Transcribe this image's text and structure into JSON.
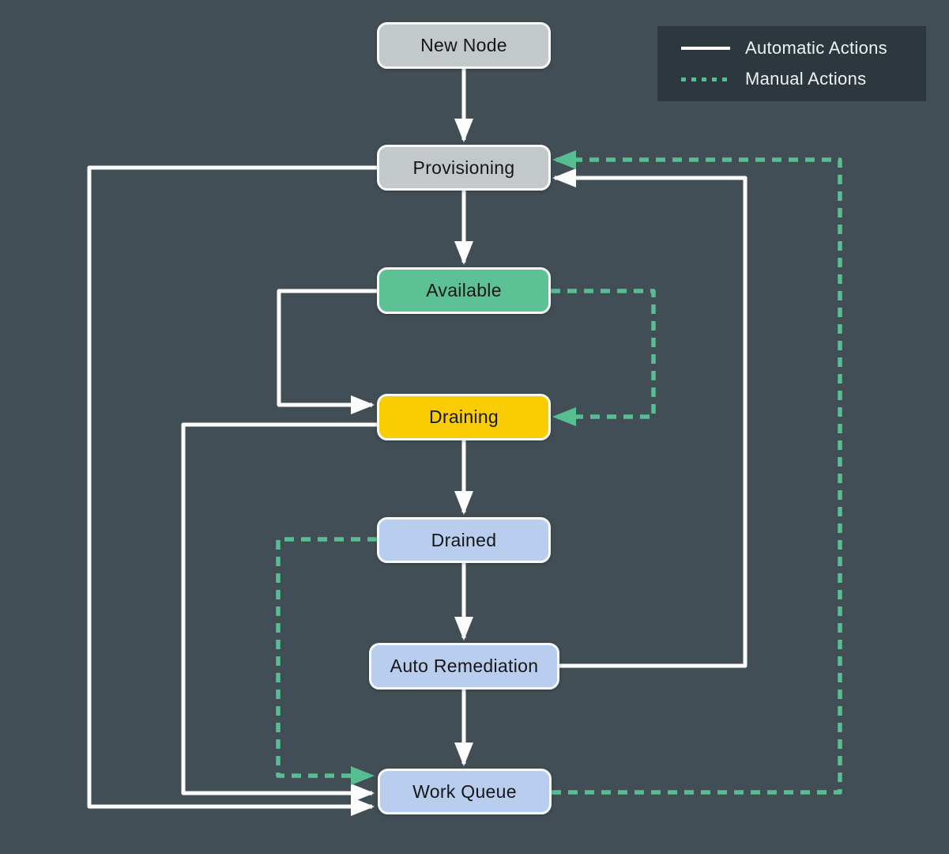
{
  "legend": {
    "items": [
      {
        "label": "Automatic Actions",
        "style": "solid",
        "color": "#FCFCFC"
      },
      {
        "label": "Manual Actions",
        "style": "dashed",
        "color": "#57BE92"
      }
    ]
  },
  "nodes": [
    {
      "id": "new-node",
      "label": "New Node",
      "color": "#C3C8CB"
    },
    {
      "id": "provisioning",
      "label": "Provisioning",
      "color": "#C3C8CB"
    },
    {
      "id": "available",
      "label": "Available",
      "color": "#5CC295"
    },
    {
      "id": "draining",
      "label": "Draining",
      "color": "#F9CC04"
    },
    {
      "id": "drained",
      "label": "Drained",
      "color": "#B9CDEE"
    },
    {
      "id": "auto-remediation",
      "label": "Auto Remediation",
      "color": "#B9CDEE"
    },
    {
      "id": "work-queue",
      "label": "Work Queue",
      "color": "#B9CDEE"
    }
  ],
  "edges": [
    {
      "from": "new-node",
      "to": "provisioning",
      "type": "automatic"
    },
    {
      "from": "provisioning",
      "to": "available",
      "type": "automatic"
    },
    {
      "from": "available",
      "to": "draining",
      "type": "automatic"
    },
    {
      "from": "draining",
      "to": "drained",
      "type": "automatic"
    },
    {
      "from": "drained",
      "to": "auto-remediation",
      "type": "automatic"
    },
    {
      "from": "auto-remediation",
      "to": "work-queue",
      "type": "automatic"
    },
    {
      "from": "provisioning",
      "to": "work-queue",
      "type": "automatic"
    },
    {
      "from": "draining",
      "to": "work-queue",
      "type": "automatic"
    },
    {
      "from": "auto-remediation",
      "to": "provisioning",
      "type": "automatic"
    },
    {
      "from": "available",
      "to": "draining",
      "type": "manual"
    },
    {
      "from": "drained",
      "to": "work-queue",
      "type": "manual"
    },
    {
      "from": "work-queue",
      "to": "provisioning",
      "type": "manual"
    }
  ],
  "colors": {
    "background": "#424E55",
    "legend_background": "#2D383E",
    "automatic_line": "#FCFCFC",
    "manual_line": "#57BE92",
    "node_border": "#F7F8F8",
    "node_text": "#161616",
    "legend_text": "#F1F2F2"
  }
}
